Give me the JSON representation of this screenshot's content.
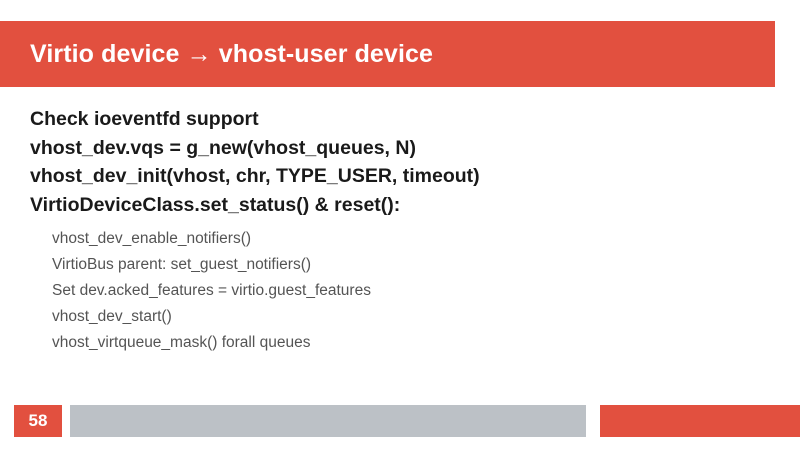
{
  "slide": {
    "title": "Virtio device → vhost-user device",
    "accent_color": "#e2503f",
    "bar_color": "#bcc1c6",
    "title_text_color": "#ffffff",
    "body_text_color": "#1a1a1a",
    "sub_text_color": "#545454",
    "background_color": "#ffffff"
  },
  "body": {
    "level1": [
      "Check ioeventfd support",
      "vhost_dev.vqs = g_new(vhost_queues, N)",
      "vhost_dev_init(vhost, chr, TYPE_USER, timeout)",
      "VirtioDeviceClass.set_status() & reset():"
    ],
    "level2": [
      "vhost_dev_enable_notifiers()",
      "VirtioBus parent: set_guest_notifiers()",
      "Set dev.acked_features = virtio.guest_features",
      "vhost_dev_start()",
      "vhost_virtqueue_mask() forall queues"
    ]
  },
  "footer": {
    "page_number": "58"
  }
}
